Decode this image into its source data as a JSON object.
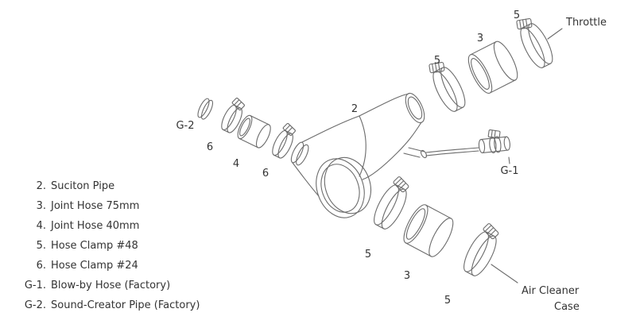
{
  "colors": {
    "background": "#ffffff",
    "line": "#6b6b6b",
    "text": "#333333"
  },
  "diagram": {
    "callouts": {
      "throttle": "Throttle",
      "air_cleaner_line1": "Air Cleaner",
      "air_cleaner_line2": "Case",
      "g1": "G-1",
      "g2": "G-2",
      "suction_pipe": "2",
      "joint_hose_top": "3",
      "joint_hose_bottom": "3",
      "joint_hose_40": "4",
      "clamp48_top_outer": "5",
      "clamp48_top_inner": "5",
      "clamp48_bottom_inner": "5",
      "clamp48_bottom_outer": "5",
      "clamp24_left": "6",
      "clamp24_right": "6"
    },
    "parts_list": [
      {
        "num": "2.",
        "name": "Suciton Pipe"
      },
      {
        "num": "3.",
        "name": "Joint Hose 75mm"
      },
      {
        "num": "4.",
        "name": "Joint Hose 40mm"
      },
      {
        "num": "5.",
        "name": "Hose Clamp #48"
      },
      {
        "num": "6.",
        "name": "Hose Clamp #24"
      },
      {
        "num": "G-1.",
        "name": "Blow-by Hose (Factory)"
      },
      {
        "num": "G-2.",
        "name": "Sound-Creator Pipe (Factory)"
      }
    ]
  }
}
